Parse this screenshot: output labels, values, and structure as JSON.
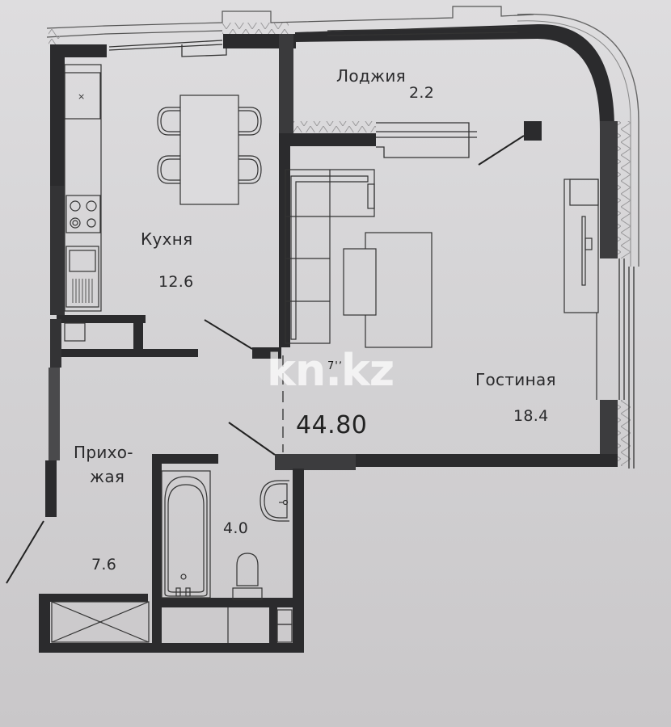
{
  "plan": {
    "total_area": "44.80",
    "rooms": [
      {
        "id": "loggia",
        "name": "Лоджия",
        "area": "2.2"
      },
      {
        "id": "kitchen",
        "name": "Кухня",
        "area": "12.6"
      },
      {
        "id": "living",
        "name": "Гостиная",
        "area": "18.4"
      },
      {
        "id": "hallway",
        "name_line1": "Прихо-",
        "name_line2": "жая",
        "area": "7.6"
      },
      {
        "id": "bathroom",
        "name": "",
        "area": "4.0"
      }
    ],
    "furniture": [
      "dining-table-with-4-chairs",
      "kitchen-counter",
      "stove",
      "sink",
      "corner-sofa",
      "coffee-table",
      "tv-unit",
      "bathtub",
      "washbasin",
      "toilet",
      "wardrobe"
    ],
    "colors": {
      "wall": "#2b2b2d",
      "wall_light": "#4a4a4c",
      "insulation": "#b9b8ba",
      "paper": "#d6d5d7"
    }
  },
  "watermark": {
    "text": "kn.kz",
    "glyph": "7'ʼ"
  }
}
